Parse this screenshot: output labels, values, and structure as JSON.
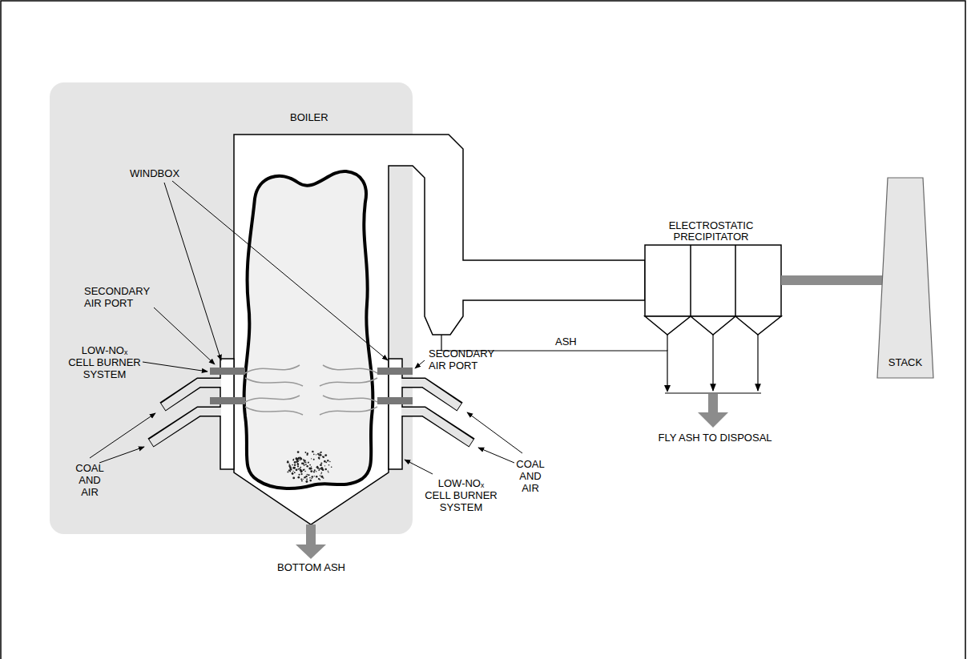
{
  "diagram": {
    "nodes": [
      {
        "text": [
          "BOILER"
        ]
      },
      {
        "text": [
          "ELECTROSTATIC PRECIPITATOR"
        ]
      },
      {
        "text": [
          "STACK"
        ]
      }
    ],
    "edges": [
      {
        "from": 0,
        "to": 1,
        "arrow": "to",
        "label": "ASH"
      },
      {
        "from": 1,
        "to": 2,
        "arrow": "to"
      }
    ],
    "labels": [
      "WINDBOX",
      "SECONDARY AIR PORT",
      "LOW-NOₓ CELL BURNER SYSTEM",
      "COAL AND AIR",
      "SECONDARY AIR PORT",
      "LOW-NOₓ CELL BURNER SYSTEM",
      "COAL AND AIR",
      "BOTTOM ASH",
      "FLY ASH TO DISPOSAL"
    ]
  }
}
